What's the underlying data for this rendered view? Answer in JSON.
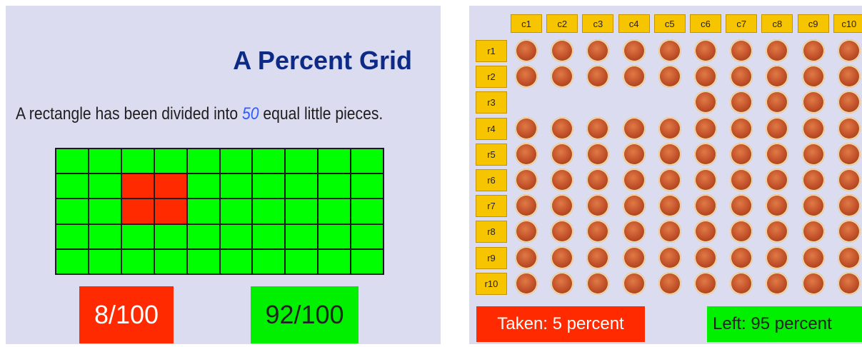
{
  "left_panel": {
    "title": "A Percent Grid",
    "sentence_before": "A rectangle has been divided into ",
    "sentence_number": "50",
    "sentence_after": " equal little pieces.",
    "grid": {
      "rows": 5,
      "cols": 10,
      "taken_cells": [
        [
          1,
          2
        ],
        [
          1,
          3
        ],
        [
          2,
          2
        ],
        [
          2,
          3
        ]
      ]
    },
    "fraction_taken": "8/100",
    "fraction_left": "92/100",
    "colors": {
      "taken": "#ff2a00",
      "left": "#00ff00"
    }
  },
  "right_panel": {
    "column_headers": [
      "c1",
      "c2",
      "c3",
      "c4",
      "c5",
      "c6",
      "c7",
      "c8",
      "c9",
      "c10"
    ],
    "row_headers": [
      "r1",
      "r2",
      "r3",
      "r4",
      "r5",
      "r6",
      "r7",
      "r8",
      "r9",
      "r10"
    ],
    "empty_cells": [
      [
        3,
        1
      ],
      [
        3,
        2
      ],
      [
        3,
        3
      ],
      [
        3,
        4
      ],
      [
        3,
        5
      ]
    ],
    "taken_label": "Taken: 5 percent",
    "left_label": "Left: 95 percent",
    "icon": "pizza-icon"
  }
}
